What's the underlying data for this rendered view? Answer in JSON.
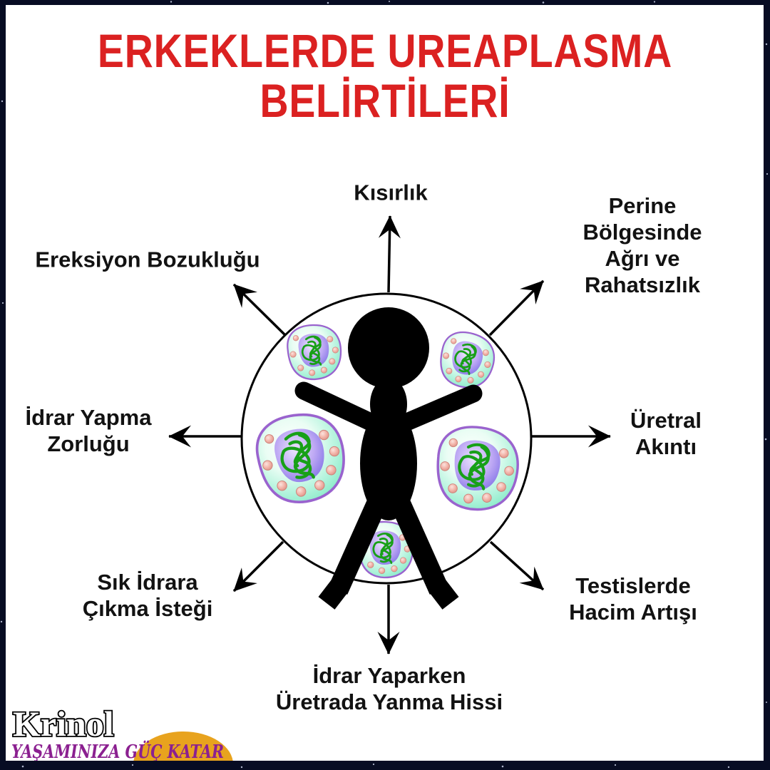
{
  "title": {
    "line1": "ERKEKLERDE UREAPLASMA",
    "line2": "BELİRTİLERİ"
  },
  "symptoms": [
    {
      "name": "infertility",
      "direction": "up",
      "label": "Kısırlık"
    },
    {
      "name": "perineal-pain",
      "direction": "up-right",
      "label": "Perine Bölgesinde\nAğrı ve Rahatsızlık"
    },
    {
      "name": "urethral-discharge",
      "direction": "right",
      "label": "Üretral\nAkıntı"
    },
    {
      "name": "testicular-enlargement",
      "direction": "down-right",
      "label": "Testislerde\nHacim Artışı"
    },
    {
      "name": "burning-during-urination",
      "direction": "down",
      "label": "İdrar Yaparken\nÜretrada Yanma Hissi"
    },
    {
      "name": "frequent-urination-urge",
      "direction": "down-left",
      "label": "Sık İdrara\nÇıkma İsteği"
    },
    {
      "name": "difficulty-urinating",
      "direction": "left",
      "label": "İdrar Yapma\nZorluğu"
    },
    {
      "name": "erectile-dysfunction",
      "direction": "up-left",
      "label": "Ereksiyon Bozukluğu"
    }
  ],
  "illustration": {
    "center_icon": "man-silhouette-with-ureaplasma-cells",
    "cell_count": 5
  },
  "brand": {
    "name": "Krinol",
    "tagline": "YAŞAMINIZA GÜÇ KATAR"
  },
  "colors": {
    "title_red": "#db2121",
    "frame_navy": "#070c23",
    "label_black": "#121212",
    "tagline_purple": "#8b2090",
    "ellipse_orange": "#e8a31e",
    "cell_membrane_purple": "#9a63ce",
    "cell_cytoplasm_green": "#7fe9c3",
    "cell_nucleus_violet": "#8172e6",
    "dna_green": "#18a018",
    "granule_pink": "#f3b5aa"
  }
}
